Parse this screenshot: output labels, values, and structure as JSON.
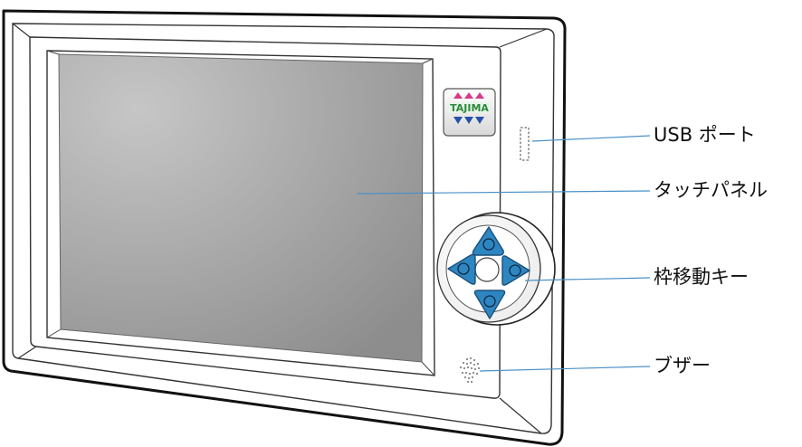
{
  "brand": {
    "logo_text": "TAJIMA"
  },
  "labels": {
    "usb_port": "USB ポート",
    "touch_panel": "タッチパネル",
    "frame_move_keys": "枠移動キー",
    "buzzer": "ブザー"
  },
  "colors": {
    "outline": "#111111",
    "callout_line": "#4a90c8",
    "arrow_key": "#2e86c1",
    "screen_center": "#c6c6c6",
    "screen_edge": "#8d8d8d"
  },
  "icons": {
    "up": "arrow-up-key-icon",
    "down": "arrow-down-key-icon",
    "left": "arrow-left-key-icon",
    "right": "arrow-right-key-icon"
  }
}
